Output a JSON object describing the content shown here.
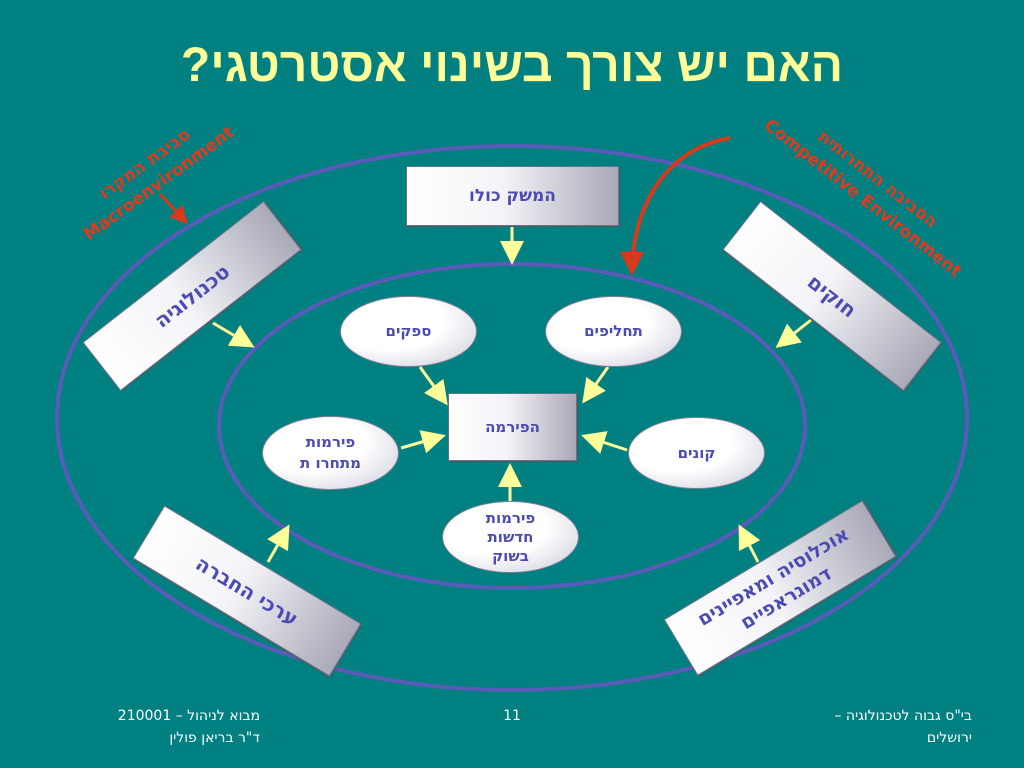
{
  "title": "האם יש צורך בשינוי אסטרטגי?",
  "labels": {
    "macro_hebrew": "סביבת המקרו",
    "macro_english": "Macroenvironment",
    "competitive_hebrew": "הסביבה התחרותית",
    "competitive_english": "Competitive Environment"
  },
  "boxes": {
    "economy": "המשק כולו",
    "technology": "טכנולוגיה",
    "laws": "חוקים",
    "social_values": "ערכי החברה",
    "demographics": "אוכלוסיה ומאפיינים דמוגראפיים",
    "firm": "הפירמה"
  },
  "ovals": {
    "suppliers": "ספקים",
    "substitutes": "תחליפים",
    "competitors": "פירמות מתחרו ת",
    "buyers": "קונים",
    "new_entrants": "פירמות חדשות בשוק"
  },
  "footer": {
    "course_line1": "מבוא לניהול – 210001",
    "course_line2": "ד\"ר בריאן פולין",
    "page_number": "11",
    "school_line1": "בי\"ס גבוה לטכנולוגיה –",
    "school_line2": "ירושלים"
  },
  "colors": {
    "background": "#008080",
    "title": "#ffff99",
    "ellipse": "#5a5ab8",
    "arrow": "#ffff99",
    "label": "#e03a1e",
    "box_text": "#4b4bb4"
  }
}
